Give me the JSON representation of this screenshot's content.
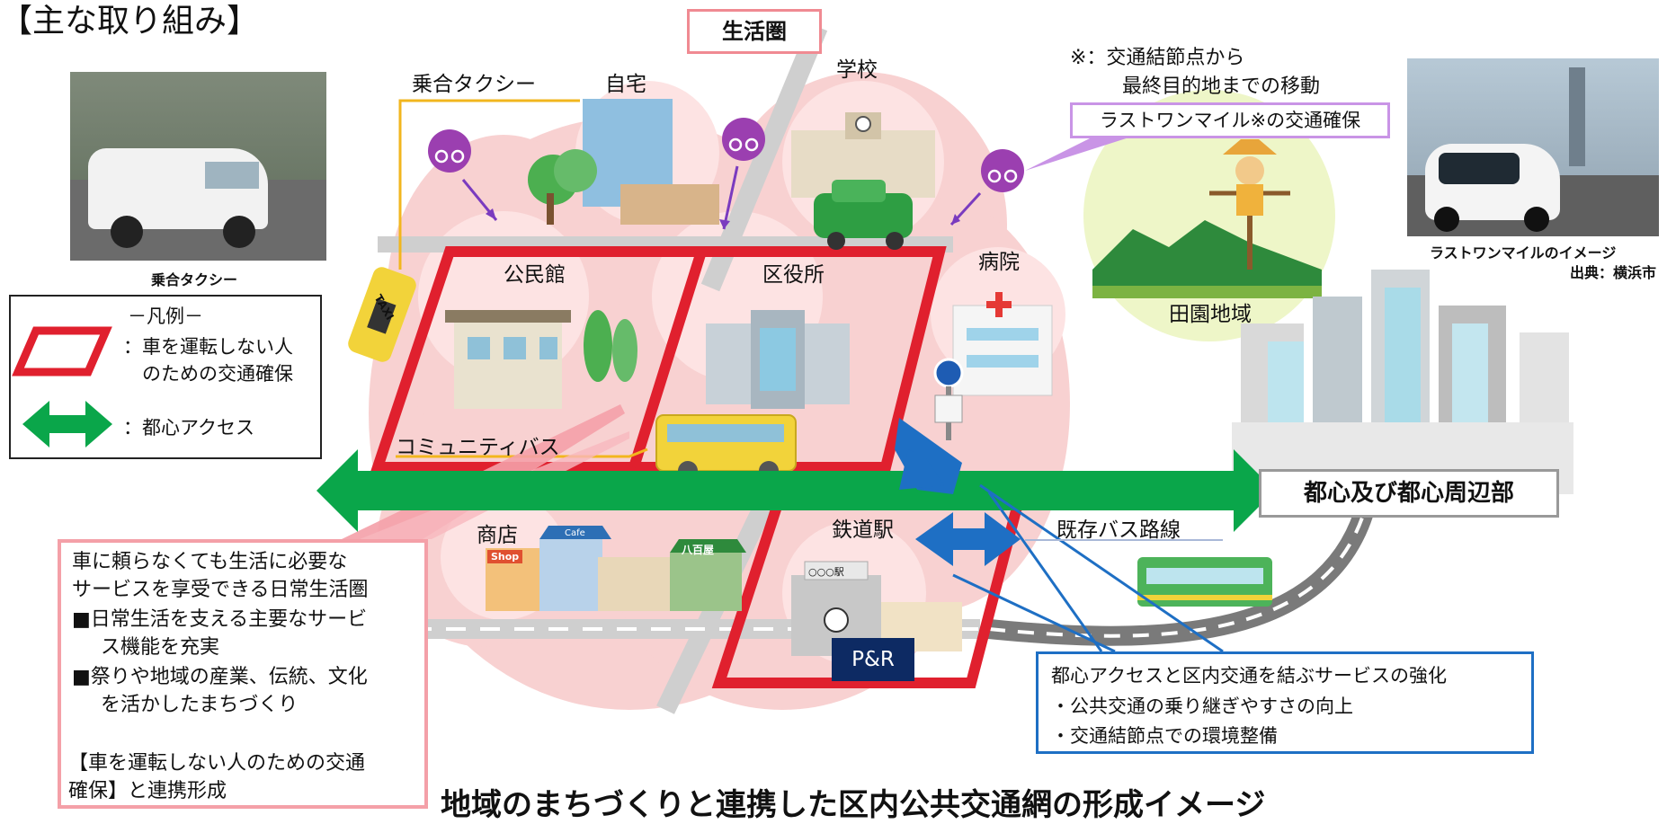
{
  "heading": "【主な取り組み】",
  "zone_label": "生活圏",
  "places": {
    "taxi": "乗合タクシー",
    "home": "自宅",
    "school": "学校",
    "community_hall": "公民館",
    "ward_office": "区役所",
    "hospital": "病院",
    "shop": "商店",
    "station": "鉄道駅",
    "community_bus": "コミュニティバス",
    "existing_bus": "既存バス路線",
    "rural": "田園地域",
    "pr": "P&R",
    "station_sign": "○○○駅",
    "shop_sign": "Shop",
    "cafe_sign": "Cafe",
    "yaoya_sign": "八百屋",
    "taxi_sign": "TAXI"
  },
  "last_mile": {
    "note_line1": "※：交通結節点から",
    "note_line2": "最終目的地までの移動",
    "box": "ラストワンマイル※の交通確保"
  },
  "photo_left_caption": "乗合タクシー",
  "photo_right_caption_line1": "ラストワンマイルのイメージ",
  "photo_right_caption_line2": "出典：横浜市",
  "legend": {
    "title": "－凡例－",
    "item1_line1": "：車を運転しない人",
    "item1_line2": "のための交通確保",
    "item2": "：都心アクセス"
  },
  "city_label": "都心及び都心周辺部",
  "pink_box": {
    "l1": "車に頼らなくても生活に必要な",
    "l2": "サービスを享受できる日常生活圏",
    "l3": "■日常生活を支える主要なサービ",
    "l4": "ス機能を充実",
    "l5": "■祭りや地域の産業、伝統、文化",
    "l6": "を活かしたまちづくり",
    "l7": "【車を運転しない人のための交通",
    "l8": "確保】と連携形成"
  },
  "blue_box": {
    "l1": "都心アクセスと区内交通を結ぶサービスの強化",
    "l2": "・公共交通の乗り継ぎやすさの向上",
    "l3": "・交通結節点での環境整備"
  },
  "title": "地域のまちづくりと連携した区内公共交通網の形成イメージ",
  "colors": {
    "red_frame": "#e0202e",
    "green_arrow": "#0aa64a",
    "blue_arrow": "#1e6fc4",
    "pink_zone": "#f6c3c3",
    "purple": "#9b3fb0",
    "rural": "#eef6c8"
  }
}
